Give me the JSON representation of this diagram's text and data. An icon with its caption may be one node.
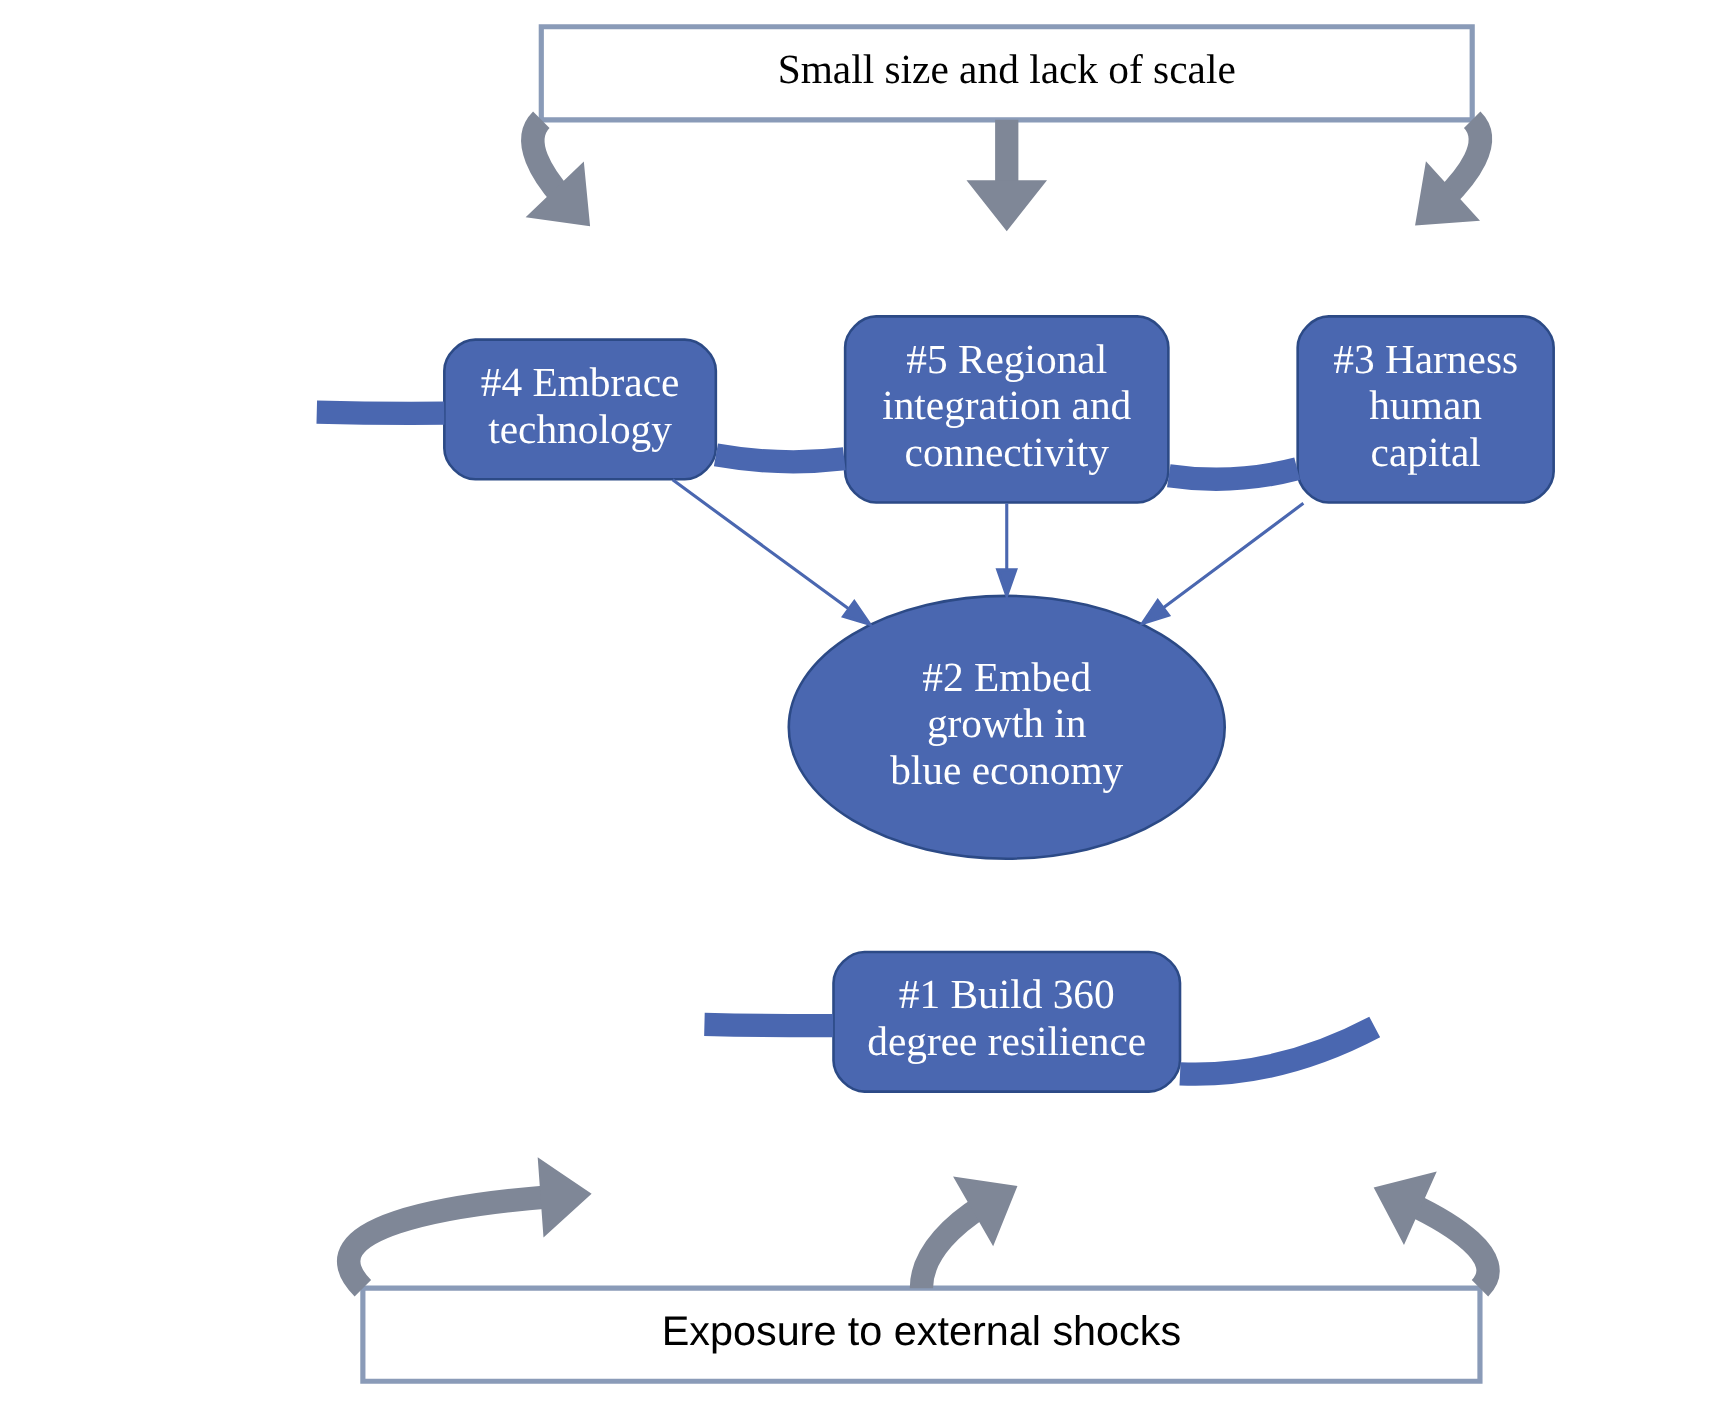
{
  "diagram": {
    "nodes": [
      {
        "text": [
          "Small size and lack of scale"
        ]
      },
      {
        "text": [
          "#4 Embrace technology"
        ]
      },
      {
        "text": [
          "#5 Regional integration and connectivity"
        ]
      },
      {
        "text": [
          "#3 Harness human capital"
        ]
      },
      {
        "text": [
          "#2 Embed growth in blue economy"
        ]
      },
      {
        "text": [
          "#1 Build 360 degree resilience"
        ]
      },
      {
        "text": [
          "Exposure to external shocks"
        ]
      }
    ],
    "edges": [
      {
        "from": 0,
        "to": null,
        "arrow": "to",
        "color": "#7f8797"
      },
      {
        "from": 0,
        "to": null,
        "arrow": "to",
        "color": "#7f8797"
      },
      {
        "from": 0,
        "to": null,
        "arrow": "to",
        "color": "#7f8797"
      },
      {
        "from": null,
        "to": 1,
        "arrow": "none"
      },
      {
        "from": 1,
        "to": 2,
        "arrow": "none"
      },
      {
        "from": 2,
        "to": 3,
        "arrow": "none"
      },
      {
        "from": 1,
        "to": 4,
        "arrow": "to"
      },
      {
        "from": 2,
        "to": 4,
        "arrow": "to"
      },
      {
        "from": 3,
        "to": 4,
        "arrow": "to"
      },
      {
        "from": null,
        "to": 5,
        "arrow": "none"
      },
      {
        "from": 5,
        "to": null,
        "arrow": "none"
      },
      {
        "from": 6,
        "to": null,
        "arrow": "to",
        "color": "#7f8797"
      },
      {
        "from": 6,
        "to": null,
        "arrow": "to",
        "color": "#7f8797"
      },
      {
        "from": 6,
        "to": null,
        "arrow": "to",
        "color": "#7f8797"
      }
    ]
  }
}
